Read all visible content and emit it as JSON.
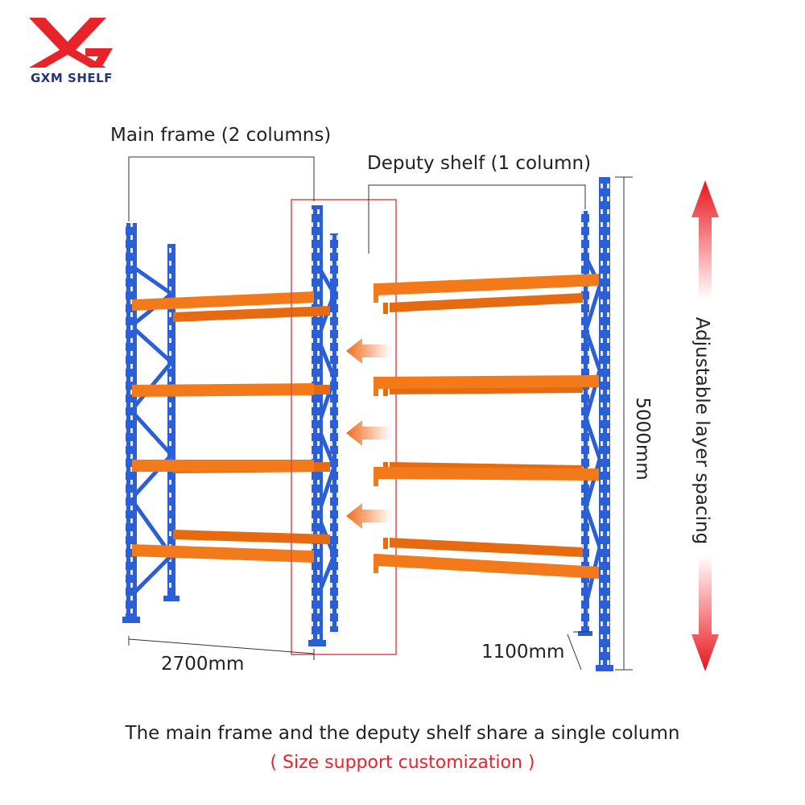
{
  "brand": {
    "name": "GXM SHELF",
    "logo_letters": "XG"
  },
  "labels": {
    "main_frame": "Main frame (2 columns)",
    "deputy_shelf": "Deputy shelf (1 column)",
    "width": "2700mm",
    "depth": "1100mm",
    "height": "5000mm",
    "adjustable": "Adjustable layer spacing"
  },
  "caption": "The main frame and the deputy shelf share a single column",
  "subcaption": "( Size support customization )",
  "colors": {
    "upright_blue": "#2a5fd6",
    "beam_orange": "#f27a1a",
    "arrow_red": "#e8141c",
    "arrow_orange": "#f26a1b",
    "highlight_box": "#e04a4a",
    "subcaption_red": "#e8242a",
    "logo_red": "#e8242a",
    "logo_navy": "#24337a"
  },
  "icons": [
    "logo-icon",
    "left-arrow-icon",
    "up-arrow-icon",
    "down-arrow-icon"
  ]
}
